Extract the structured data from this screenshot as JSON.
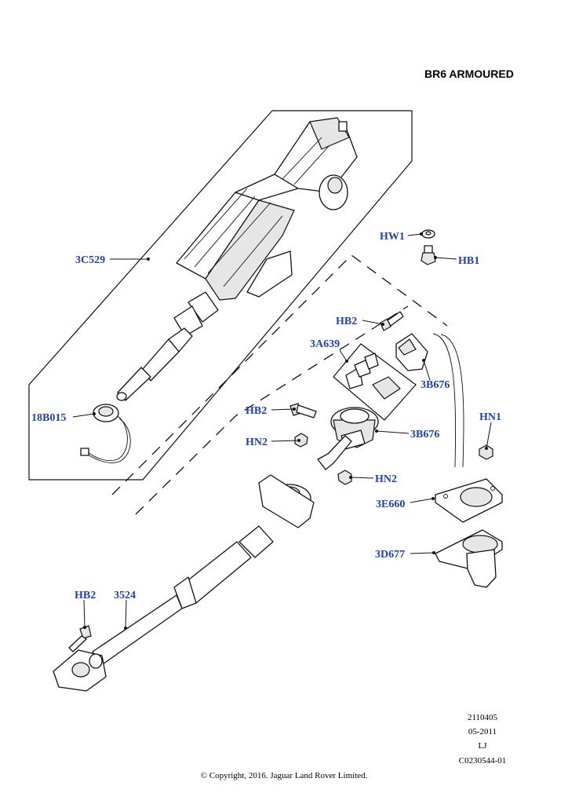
{
  "title": "BR6 ARMOURED",
  "callouts": {
    "c_3c529": "3C529",
    "c_18b015": "18B015",
    "c_hw1": "HW1",
    "c_hb1": "HB1",
    "c_hb2_top": "HB2",
    "c_3a639": "3A639",
    "c_3b676_top": "3B676",
    "c_hb2_mid": "HB2",
    "c_hn2_left": "HN2",
    "c_3b676_mid": "3B676",
    "c_hn1": "HN1",
    "c_hn2_right": "HN2",
    "c_3e660": "3E660",
    "c_3d677": "3D677",
    "c_hb2_bottom": "HB2",
    "c_3524": "3524"
  },
  "colors": {
    "callout": "#1f3fc4",
    "line": "#111111"
  },
  "info": {
    "code1": "2110405",
    "date": "05-2011",
    "initials": "LJ",
    "ref": "C0230544-01"
  },
  "copyright": "© Copyright, 2016. Jaguar Land Rover Limited."
}
